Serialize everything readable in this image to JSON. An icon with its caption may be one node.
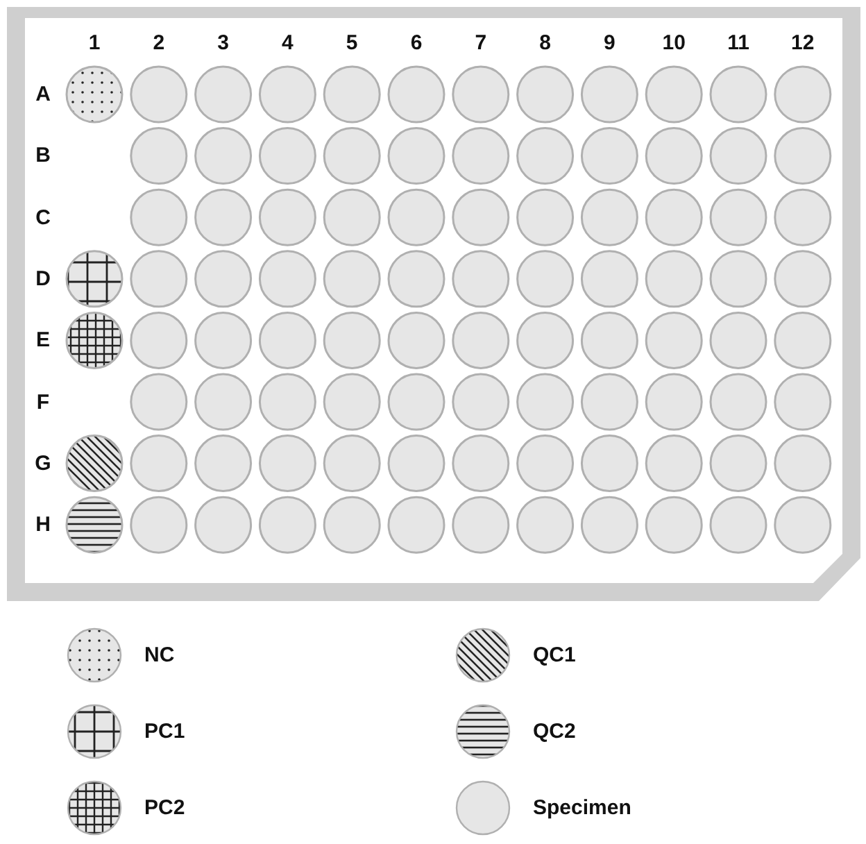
{
  "diagram": {
    "labels": [
      "1",
      "2",
      "3",
      "4",
      "5",
      "6",
      "7",
      "8",
      "9",
      "10",
      "11",
      "12",
      "A",
      "B",
      "C",
      "D",
      "E",
      "F",
      "G",
      "H"
    ],
    "legend": [
      {
        "text": "NC"
      },
      {
        "text": "QC1"
      },
      {
        "text": "PC1"
      },
      {
        "text": "QC2"
      },
      {
        "text": "PC2"
      },
      {
        "text": "Specimen"
      }
    ]
  }
}
